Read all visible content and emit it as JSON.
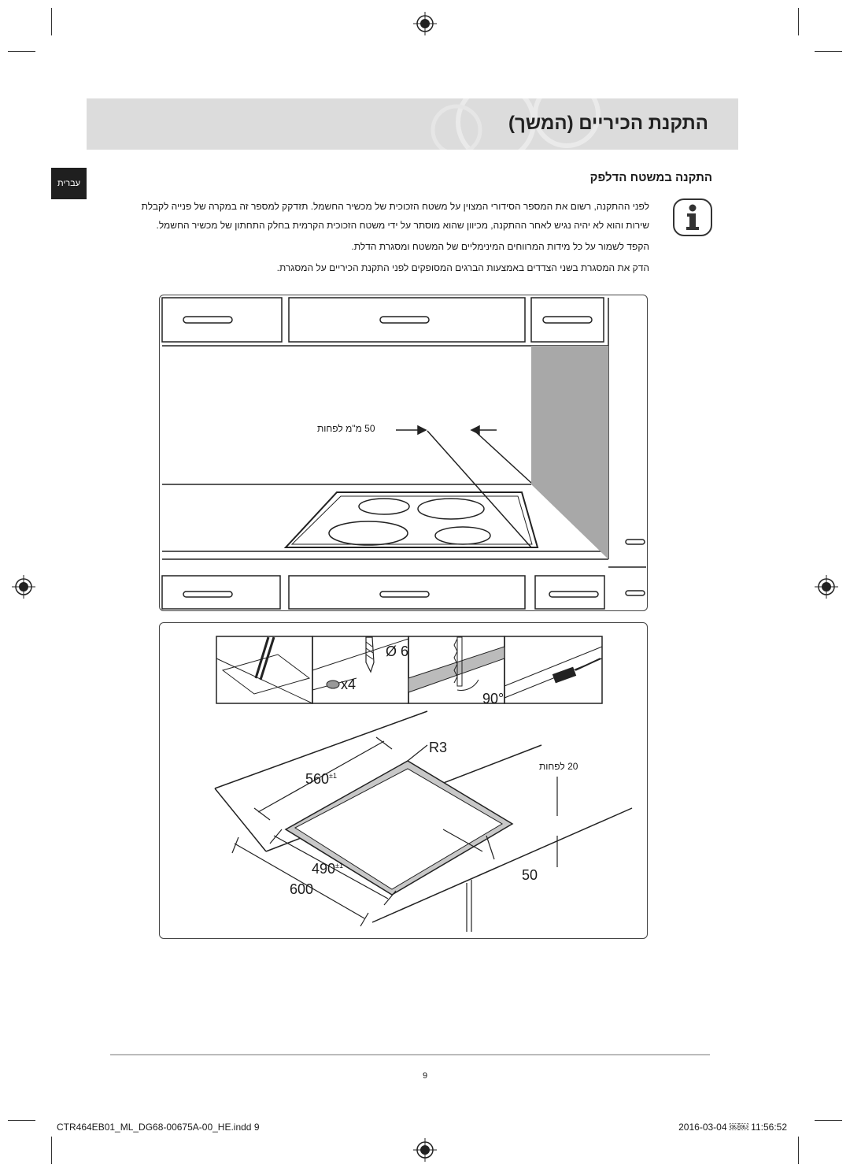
{
  "header": {
    "title": "התקנת הכיריים (המשך)"
  },
  "lang_tab": "עברית",
  "section": {
    "title": "התקנה במשטח הדלפק",
    "paragraphs": [
      "לפני ההתקנה, רשום את המספר הסידורי המצוין על משטח הזכוכית של מכשיר החשמל. תזדקק למספר זה במקרה של פנייה לקבלת",
      "שירות והוא לא יהיה נגיש לאחר ההתקנה, מכיוון שהוא מוסתר על ידי משטח הזכוכית הקרמית בחלק התחתון של מכשיר החשמל.",
      "הקפד לשמור על כל מידות המרווחים המינימליים של המשטח ומסגרת הדלת.",
      "הדק את המסגרת בשני הצדדים באמצעות הברגים המסופקים לפני התקנת הכיריים על המסגרת."
    ]
  },
  "diagram1": {
    "clearance_label": "50 מ\"מ לפחות"
  },
  "diagram2": {
    "drill_label": "Ø 6",
    "screws_label": "x4",
    "angle_label": "90°",
    "radius_label": "R3",
    "min_label": "20 לפחות",
    "dim_560": "560",
    "dim_560_tol": "±1",
    "dim_490": "490",
    "dim_490_tol": "±1",
    "dim_600": "600",
    "dim_50": "50"
  },
  "page_number": "9",
  "footer": {
    "left": "CTR464EB01_ML_DG68-00675A-00_HE.indd   9",
    "right": "2016-03-04   ￼￼ 11:56:52"
  }
}
